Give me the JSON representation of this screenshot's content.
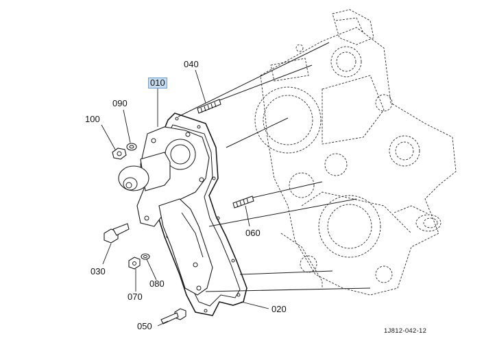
{
  "diagram": {
    "callouts": [
      {
        "id": "010",
        "selected": true
      },
      {
        "id": "020",
        "selected": false
      },
      {
        "id": "030",
        "selected": false
      },
      {
        "id": "040",
        "selected": false
      },
      {
        "id": "050",
        "selected": false
      },
      {
        "id": "060",
        "selected": false
      },
      {
        "id": "070",
        "selected": false
      },
      {
        "id": "080",
        "selected": false
      },
      {
        "id": "090",
        "selected": false
      },
      {
        "id": "100",
        "selected": false
      }
    ],
    "drawing_code": "1J812-042-12",
    "colors": {
      "line": "#1a1a1a",
      "highlight": "#c7dcef",
      "highlight_border": "#6fa0cf"
    }
  }
}
